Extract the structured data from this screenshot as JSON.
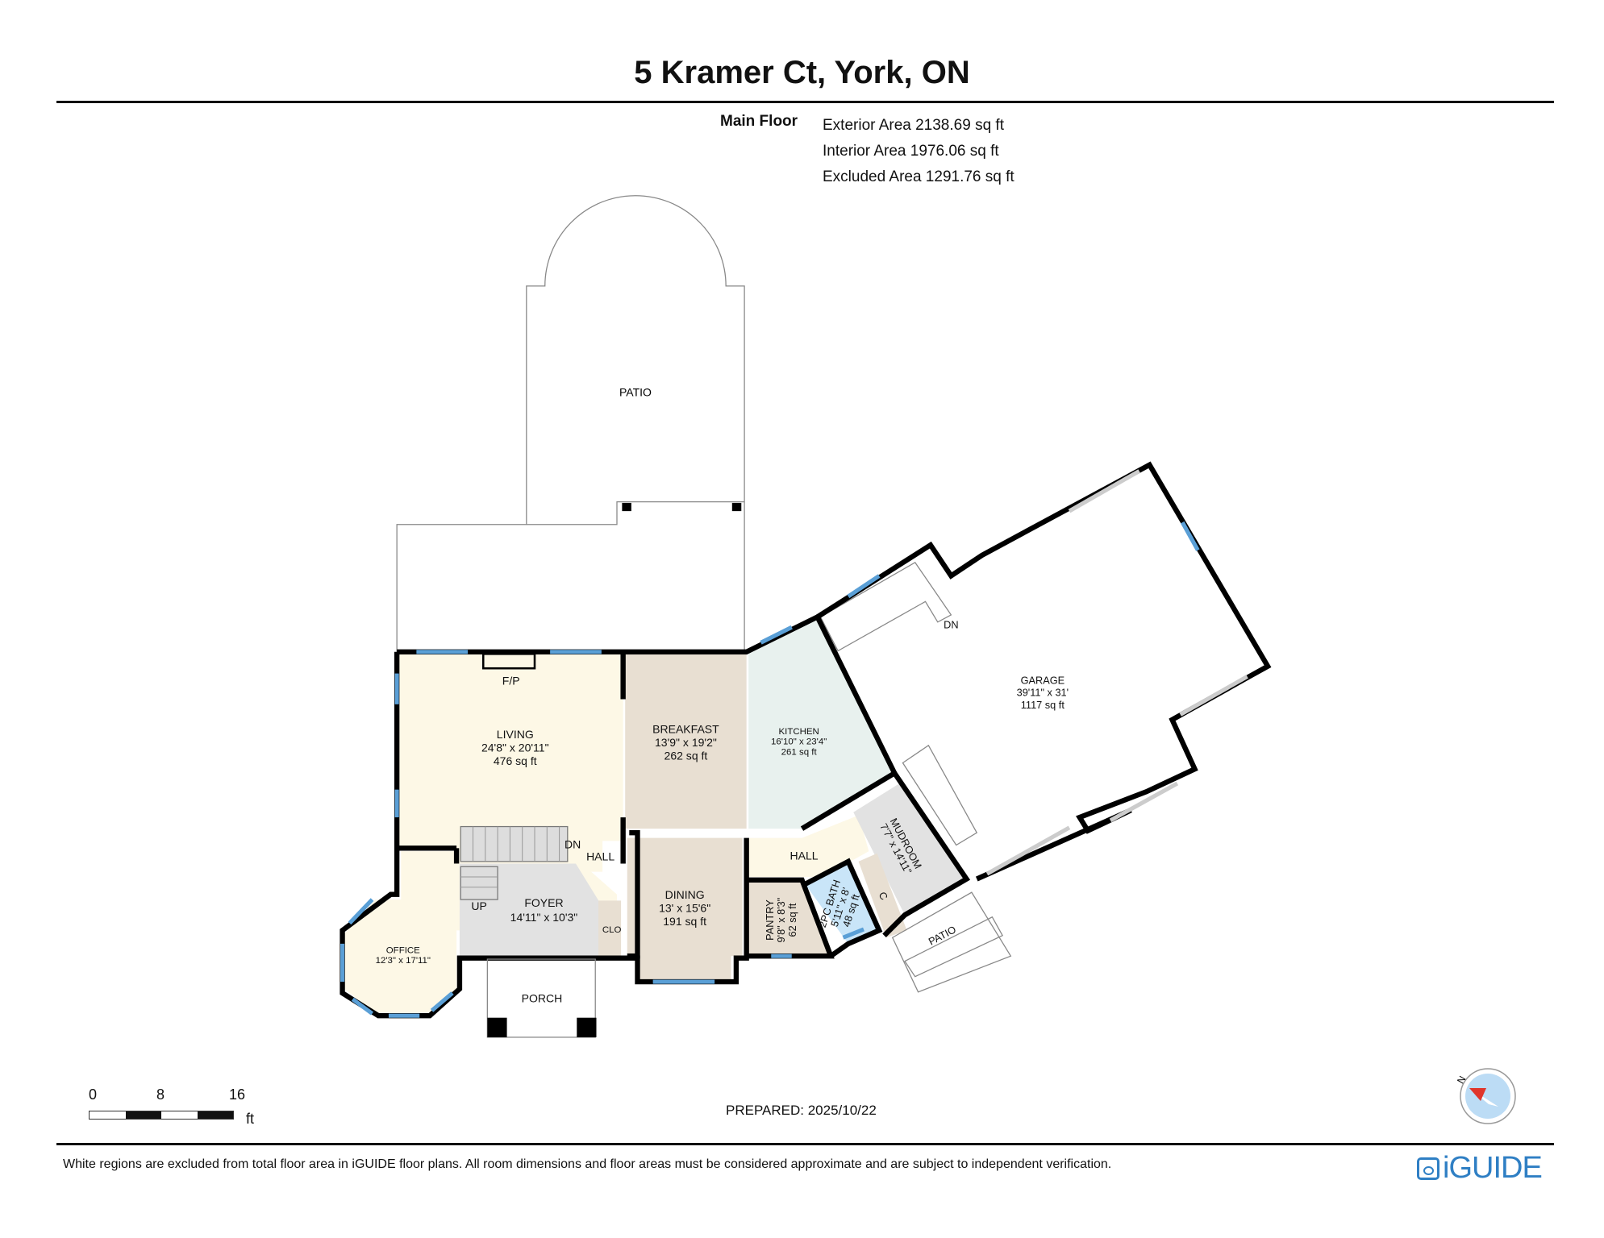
{
  "header": {
    "title": "5 Kramer Ct, York, ON",
    "floor_name": "Main Floor",
    "areas": [
      "Exterior Area 2138.69 sq ft",
      "Interior Area 1976.06 sq ft",
      "Excluded Area 1291.76 sq ft"
    ]
  },
  "rooms": {
    "patio_back": {
      "name": "PATIO"
    },
    "living": {
      "name": "LIVING",
      "dims": "24'8\" x 20'11\"",
      "area": "476 sq ft",
      "fireplace": "F/P"
    },
    "breakfast": {
      "name": "BREAKFAST",
      "dims": "13'9\" x 19'2\"",
      "area": "262 sq ft"
    },
    "kitchen": {
      "name": "KITCHEN",
      "dims": "16'10\" x 23'4\"",
      "area": "261 sq ft"
    },
    "garage": {
      "name": "GARAGE",
      "dims": "39'11\" x 31'",
      "area": "1117 sq ft",
      "stair": "DN"
    },
    "hall_west": {
      "name": "HALL",
      "stair": "DN"
    },
    "hall_east": {
      "name": "HALL"
    },
    "mudroom": {
      "name": "MUDROOM",
      "dims": "7'7\" x 14'11\""
    },
    "closet_mud": {
      "name": "C"
    },
    "bath": {
      "name": "2PC BATH",
      "dims": "5'11\" x 8'",
      "area": "48 sq ft"
    },
    "pantry": {
      "name": "PANTRY",
      "dims": "9'8\" x 8'3\"",
      "area": "62 sq ft"
    },
    "patio_side": {
      "name": "PATIO"
    },
    "foyer": {
      "name": "FOYER",
      "dims": "14'11\" x 10'3\"",
      "stair": "UP"
    },
    "closet_foyer": {
      "name": "CLO"
    },
    "dining": {
      "name": "DINING",
      "dims": "13' x 15'6\"",
      "area": "191 sq ft"
    },
    "office": {
      "name": "OFFICE",
      "dims": "12'3\" x 17'11\""
    },
    "porch": {
      "name": "PORCH"
    }
  },
  "colors": {
    "living": "#fdf8e6",
    "breakfast": "#e8dfd2",
    "kitchen": "#e8f1ee",
    "grey": "#e2e2e2",
    "bath": "#c9e5f8",
    "window": "#5a9fd6",
    "wall": "#000000"
  },
  "scale_bar": {
    "ticks": [
      "0",
      "8",
      "16"
    ],
    "unit": "ft"
  },
  "footer": {
    "prepared": "PREPARED: 2025/10/22",
    "disclaimer": "White regions are excluded from total floor area in iGUIDE floor plans. All room dimensions and floor areas must be considered approximate and are subject to independent verification.",
    "logo": "iGUIDE",
    "compass_label": "N"
  }
}
